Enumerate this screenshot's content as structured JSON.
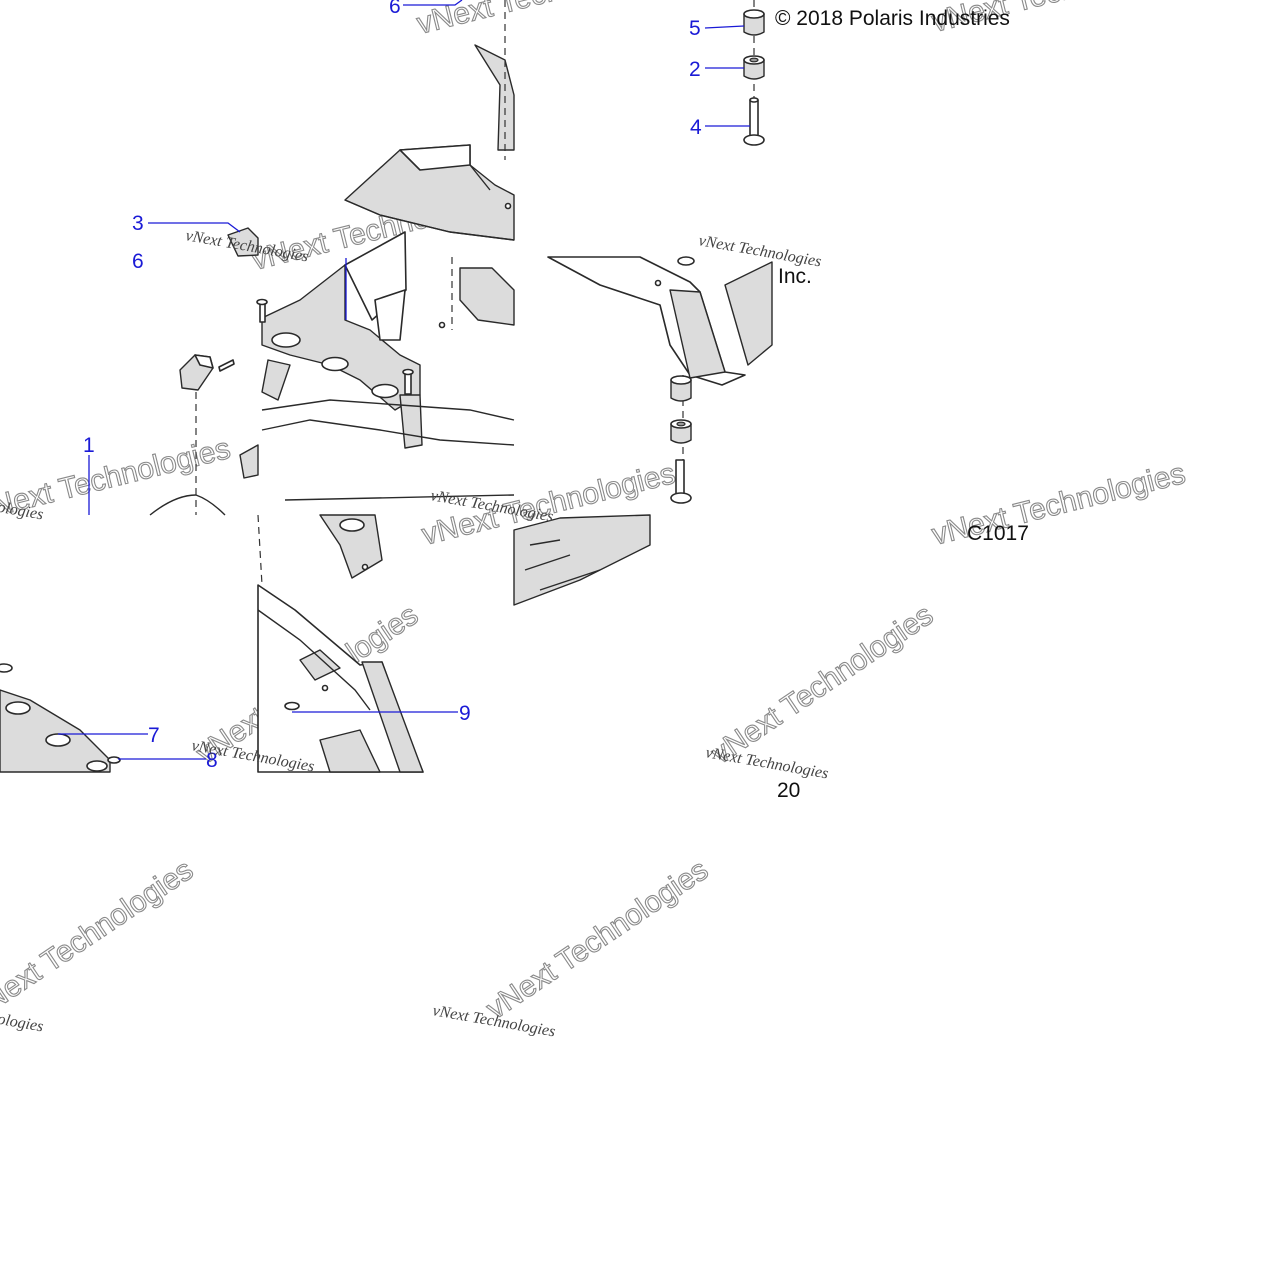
{
  "diagram": {
    "copyright_line1": "© 2018 Polaris Industries",
    "copyright_line2": "Inc.",
    "figure_code_part1": "C1017",
    "figure_code_part2": "20",
    "watermark_small": "vNext Technologies",
    "watermark_large": "vNext Technologies",
    "callouts": [
      {
        "id": "1",
        "label": "1"
      },
      {
        "id": "2",
        "label": "2"
      },
      {
        "id": "3",
        "label": "3"
      },
      {
        "id": "4",
        "label": "4"
      },
      {
        "id": "5",
        "label": "5"
      },
      {
        "id": "6",
        "label": "6"
      },
      {
        "id": "6b",
        "label": "6"
      },
      {
        "id": "7",
        "label": "7"
      },
      {
        "id": "8",
        "label": "8"
      },
      {
        "id": "9",
        "label": "9"
      }
    ],
    "colors": {
      "callout": "#1a1ad6",
      "outline": "#2a2a2a",
      "shade": "#dcdcdc",
      "background": "#ffffff"
    }
  }
}
